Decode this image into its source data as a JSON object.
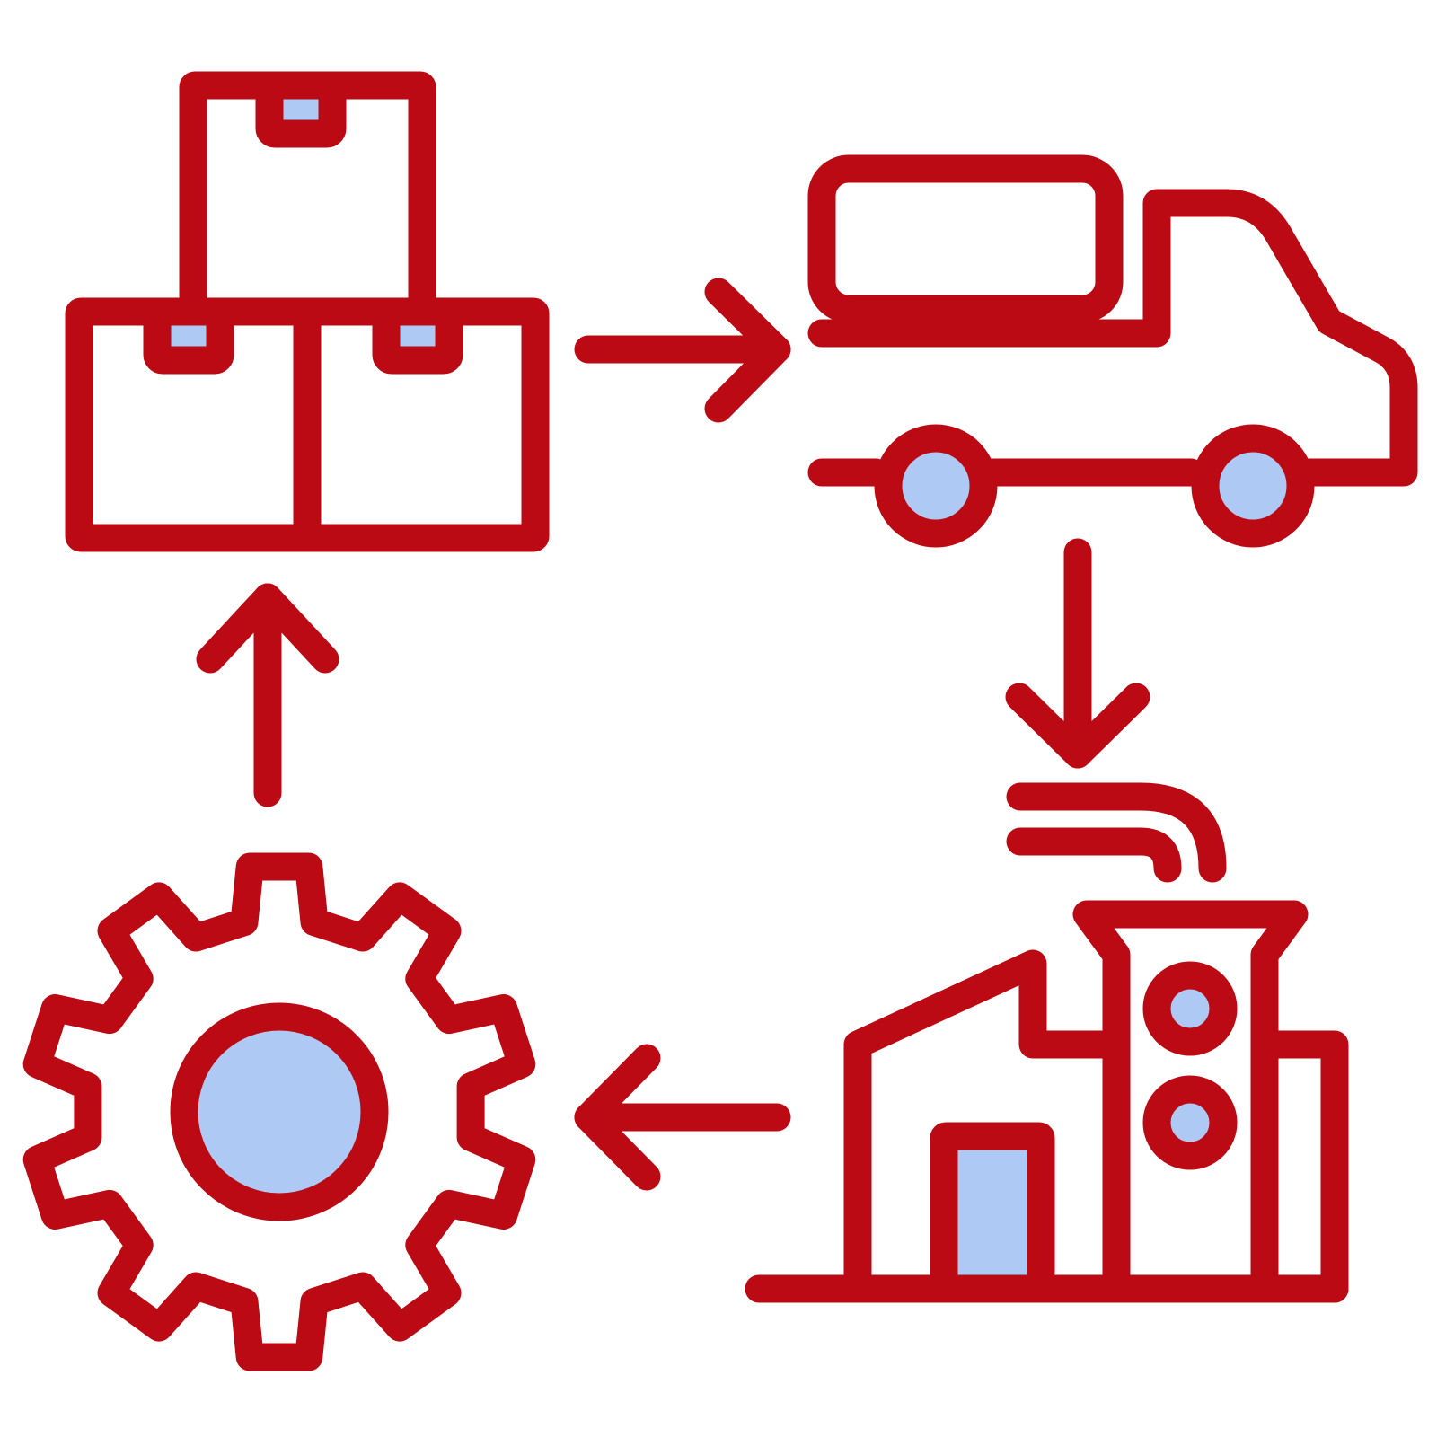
{
  "colors": {
    "outline": "#BB0A14",
    "fill": "#AECAF4",
    "background": "#FFFFFF"
  },
  "icons": [
    "stacked-boxes-icon",
    "delivery-truck-icon",
    "factory-icon",
    "gear-icon"
  ],
  "arrows": [
    "arrow-right",
    "arrow-down",
    "arrow-left",
    "arrow-up"
  ]
}
